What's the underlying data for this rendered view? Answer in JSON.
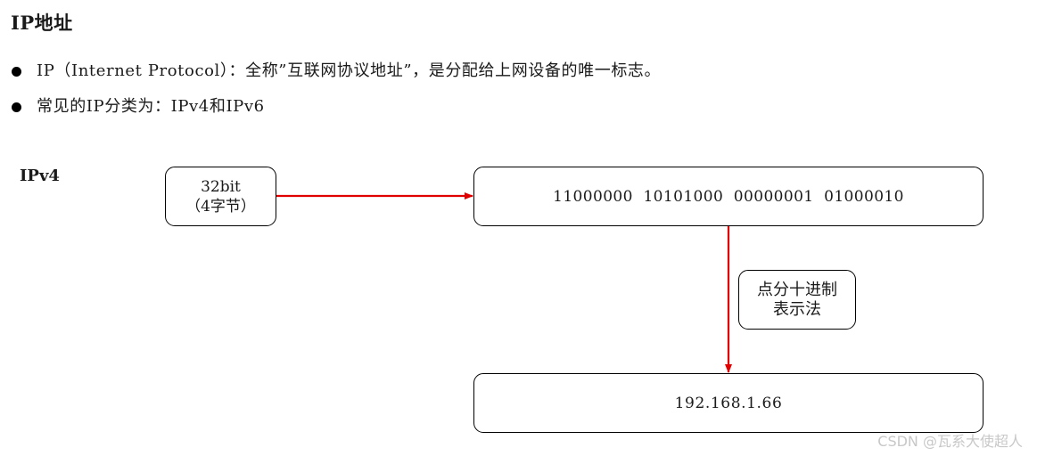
{
  "title": "IP地址",
  "bullets": [
    "IP（Internet Protocol）：全称”互联网协议地址”，是分配给上网设备的唯一标志。",
    "常见的IP分类为：IPv4和IPv6"
  ],
  "diagram": {
    "label": "IPv4",
    "source_box": {
      "line1": "32bit",
      "line2": "（4字节）"
    },
    "binary_box": "11000000  10101000  00000001  01000010",
    "notation_box": {
      "line1": "点分十进制",
      "line2": "表示法"
    },
    "decimal_box": "192.168.1.66"
  },
  "colors": {
    "arrow": "#e00000",
    "border": "#000000"
  },
  "watermark": "CSDN @瓦系大使超人"
}
